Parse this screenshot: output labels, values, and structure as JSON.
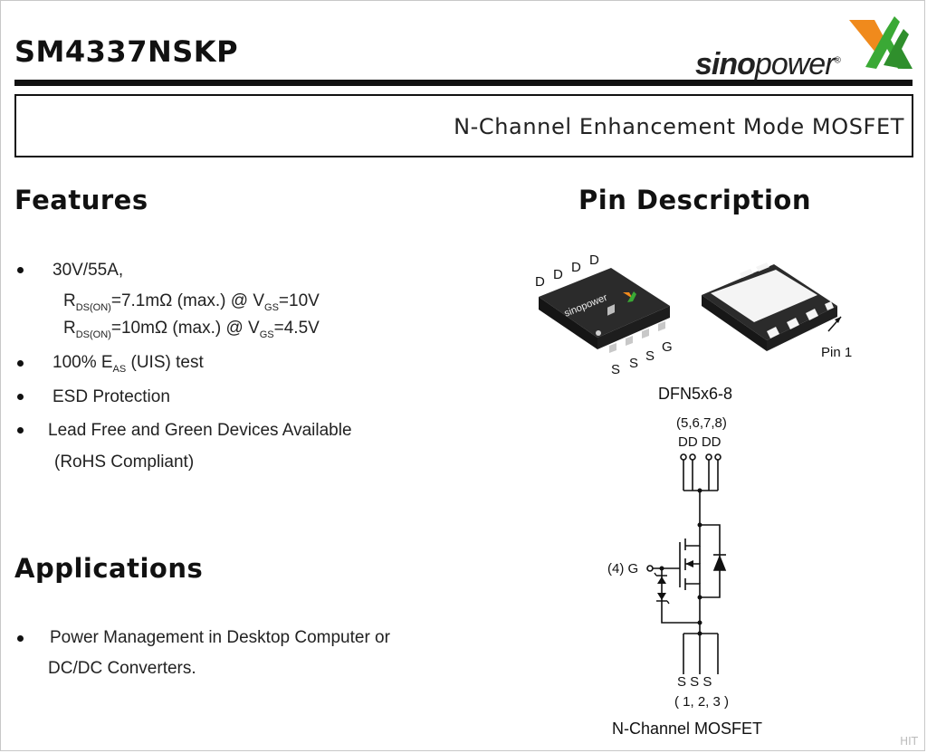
{
  "header": {
    "part_number": "SM4337NSKP",
    "logo": {
      "brand_sino": "sino",
      "brand_power": "power",
      "registered": "®"
    },
    "subtitle": "N-Channel Enhancement Mode MOSFET"
  },
  "features": {
    "heading": "Features",
    "item1_line1": "30V/55A,",
    "rds1": {
      "r": "R",
      "sub": "DS(ON)",
      "mid": "=7.1mΩ (max.) @ V",
      "vsub": "GS",
      "end": "=10V"
    },
    "rds2": {
      "r": "R",
      "sub": "DS(ON)",
      "mid": "=10mΩ (max.) @ V",
      "vsub": "GS",
      "end": "=4.5V"
    },
    "item2": {
      "pre": "100% E",
      "sub": "AS",
      "post": " (UIS) test"
    },
    "item3": "ESD Protection",
    "item4_line1": "Lead Free and Green Devices Available",
    "item4_line2": "(RoHS Compliant)"
  },
  "applications": {
    "heading": "Applications",
    "item1_line1": "Power Management in Desktop Computer or",
    "item1_line2": "DC/DC Converters."
  },
  "pin_description": {
    "heading": "Pin Description",
    "top_pins": [
      "D",
      "D",
      "D",
      "D"
    ],
    "bottom_pins": [
      "S",
      "S",
      "S",
      "G"
    ],
    "chip_marking": "sinopower",
    "pin1_label": "Pin 1",
    "package": "DFN5x6-8",
    "drain_pins": "(5,6,7,8)",
    "drain_labels": "DD DD",
    "gate_label": "(4) G",
    "source_labels": "S S S",
    "source_pins": "( 1, 2, 3 )",
    "caption": "N-Channel MOSFET"
  },
  "colors": {
    "logo_orange": "#f08a1c",
    "logo_green": "#3aa935",
    "ink": "#111111"
  }
}
